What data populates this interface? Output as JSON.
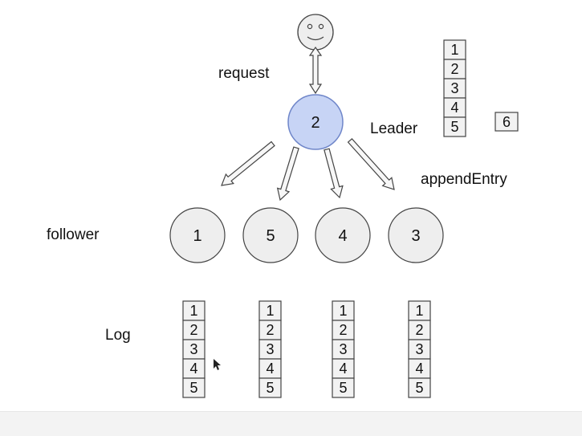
{
  "labels": {
    "request": "request",
    "leader": "Leader",
    "append_entry": "appendEntry",
    "follower": "follower",
    "log": "Log"
  },
  "leader_node": {
    "id": "2"
  },
  "follower_nodes": [
    "1",
    "5",
    "4",
    "3"
  ],
  "leader_log": [
    "1",
    "2",
    "3",
    "4",
    "5"
  ],
  "pending_entry": "6",
  "follower_logs": [
    [
      "1",
      "2",
      "3",
      "4",
      "5"
    ],
    [
      "1",
      "2",
      "3",
      "4",
      "5"
    ],
    [
      "1",
      "2",
      "3",
      "4",
      "5"
    ],
    [
      "1",
      "2",
      "3",
      "4",
      "5"
    ]
  ],
  "colors": {
    "leader_fill": "#c7d4f5",
    "leader_stroke": "#6f86c9",
    "node_fill": "#eeeeee",
    "stroke": "#444444",
    "cell_fill": "#f2f2f2",
    "arrow_fill": "#f7f7f7"
  }
}
